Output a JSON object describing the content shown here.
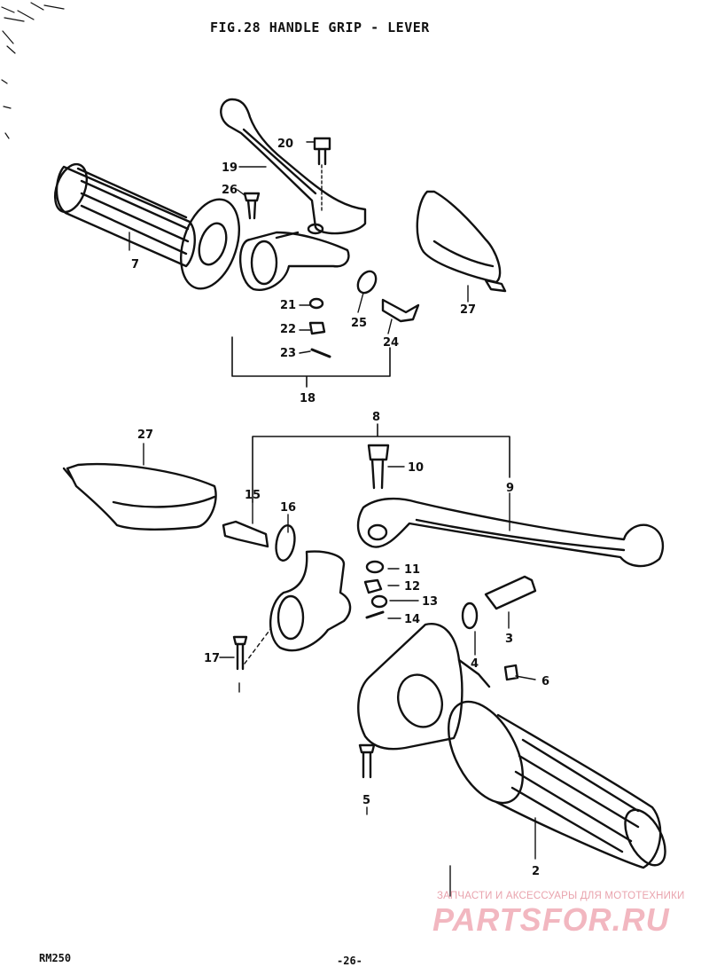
{
  "title": "FIG.28  HANDLE GRIP - LEVER",
  "callouts": {
    "c2": "2",
    "c3": "3",
    "c4": "4",
    "c5": "5",
    "c6": "6",
    "c7": "7",
    "c8": "8",
    "c9": "9",
    "c10": "10",
    "c11": "11",
    "c12": "12",
    "c13": "13",
    "c14": "14",
    "c15": "15",
    "c16": "16",
    "c17": "17",
    "c18": "18",
    "c19": "19",
    "c20": "20",
    "c21": "21",
    "c22": "22",
    "c23": "23",
    "c24": "24",
    "c25": "25",
    "c26": "26",
    "c27a": "27",
    "c27b": "27"
  },
  "footer": {
    "model": "RM250",
    "page": "-26-"
  },
  "watermark": {
    "caption": "ЗАПЧАСТИ И АКСЕССУАРЫ ДЛЯ МОТОТЕХНИКИ",
    "logo": "PARTSFOR.RU"
  }
}
